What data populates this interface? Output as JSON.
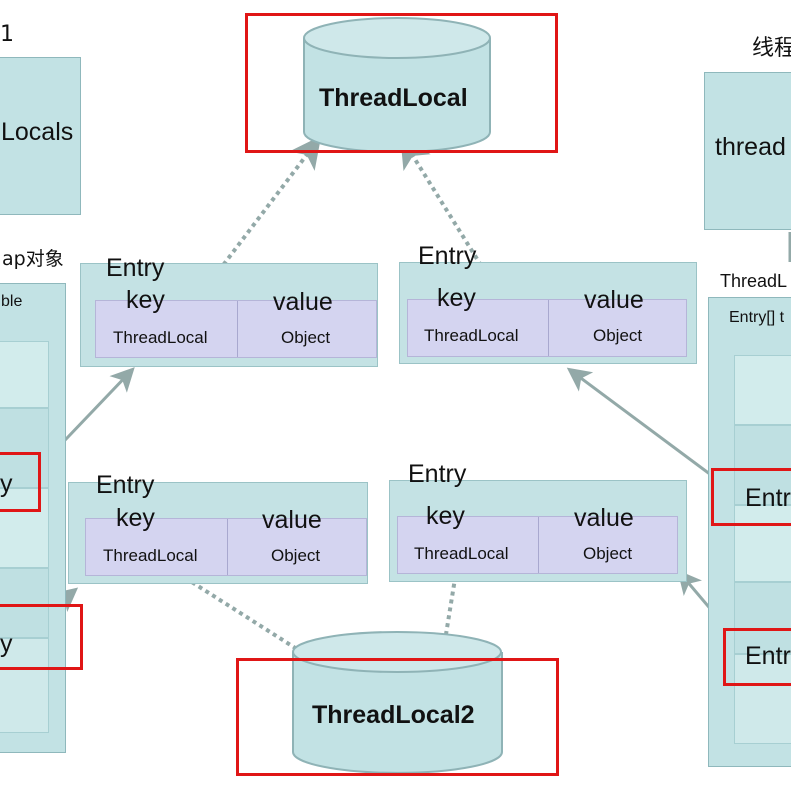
{
  "left_panel": {
    "title_fragment": "1",
    "thread_locals": "Locals",
    "map_label": "ap对象",
    "table_label": "ble",
    "entry_fragment_1": "y",
    "entry_fragment_2": "y"
  },
  "right_panel": {
    "title_fragment": "线程",
    "thread_locals": "thread",
    "map_label": "ThreadL",
    "table_label": "Entry[] t",
    "entry_fragment_1": "Entr",
    "entry_fragment_2": "Entr"
  },
  "cylinders": {
    "top": "ThreadLocal",
    "bottom": "ThreadLocal2"
  },
  "entries": [
    {
      "title": "Entry",
      "key": "key",
      "value": "value",
      "key_type": "ThreadLocal",
      "value_type": "Object"
    },
    {
      "title": "Entry",
      "key": "key",
      "value": "value",
      "key_type": "ThreadLocal",
      "value_type": "Object"
    },
    {
      "title": "Entry",
      "key": "key",
      "value": "value",
      "key_type": "ThreadLocal",
      "value_type": "Object"
    },
    {
      "title": "Entry",
      "key": "key",
      "value": "value",
      "key_type": "ThreadLocal",
      "value_type": "Object"
    }
  ],
  "colors": {
    "panel": "#c2e2e4",
    "kv": "#d4d4f0",
    "highlight": "#e01616",
    "arrow": "#93a9a8"
  }
}
